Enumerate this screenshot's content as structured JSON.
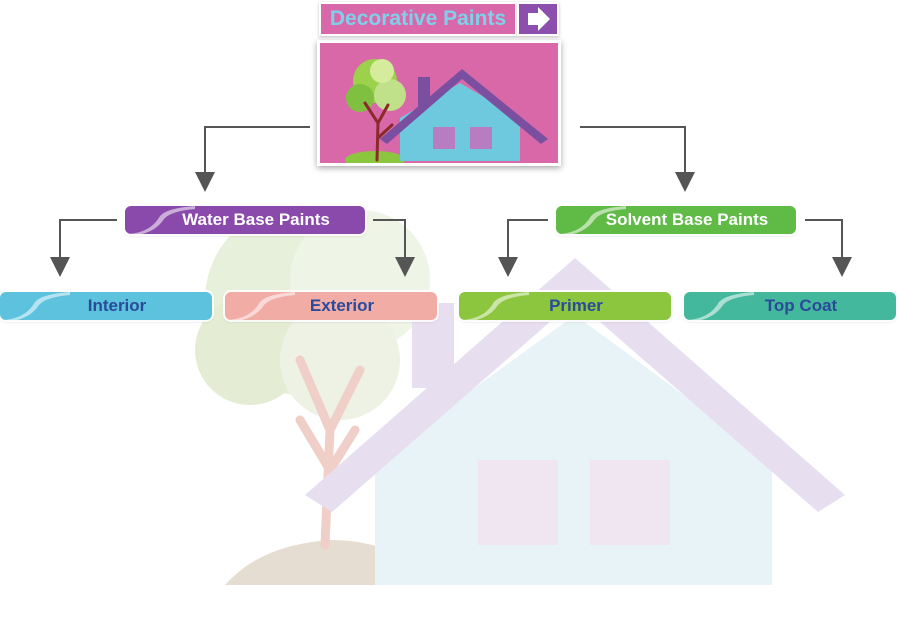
{
  "root": {
    "label": "Decorative Paints"
  },
  "branches": [
    {
      "label": "Water Base Paints",
      "color": "#8a4aab",
      "children": [
        {
          "label": "Interior",
          "color": "#5cc2dd"
        },
        {
          "label": "Exterior",
          "color": "#f2aca6"
        }
      ]
    },
    {
      "label": "Solvent Base Paints",
      "color": "#5fba46",
      "children": [
        {
          "label": "Primer",
          "color": "#8cc63e"
        },
        {
          "label": "Top Coat",
          "color": "#43b89c"
        }
      ]
    }
  ],
  "colors": {
    "root_box": "#d868aa",
    "root_text": "#7fd0e8",
    "root_arrow_box": "#8d4fae",
    "connector": "#555555",
    "house_wall": "#6fc9de",
    "house_roof": "#7b4fa0",
    "tree_leaves": "#8cc63e"
  },
  "icons": [
    "arrow-right-icon",
    "house-icon",
    "tree-icon",
    "watermark-house-icon",
    "watermark-tree-icon"
  ]
}
